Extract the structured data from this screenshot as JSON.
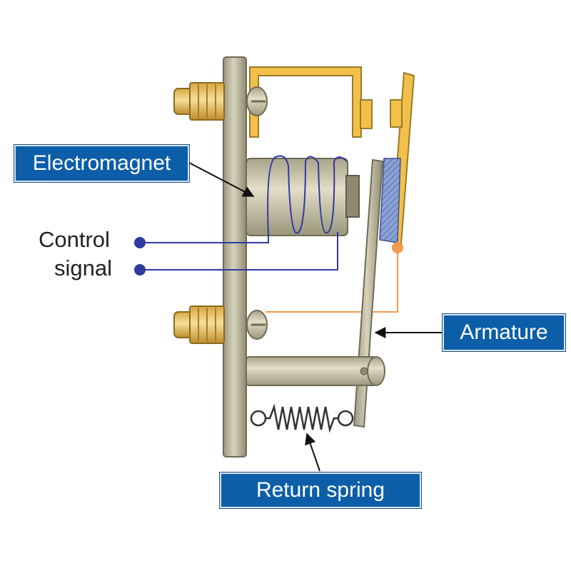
{
  "labels": {
    "electromagnet": "Electromagnet",
    "control_line1": "Control",
    "control_line2": "signal",
    "armature": "Armature",
    "return_spring": "Return spring"
  },
  "colors": {
    "callout_fill": "#0d5ea8",
    "metal": "#b7b39a",
    "contact_gold": "#f2c04a",
    "wire_blue": "#2f3aa0",
    "wire_orange": "#f39a4c",
    "contact_pad": "#7c97cf"
  },
  "icons": [
    "screw-icon",
    "coil-icon",
    "spring-icon",
    "signal-terminal-icon"
  ]
}
